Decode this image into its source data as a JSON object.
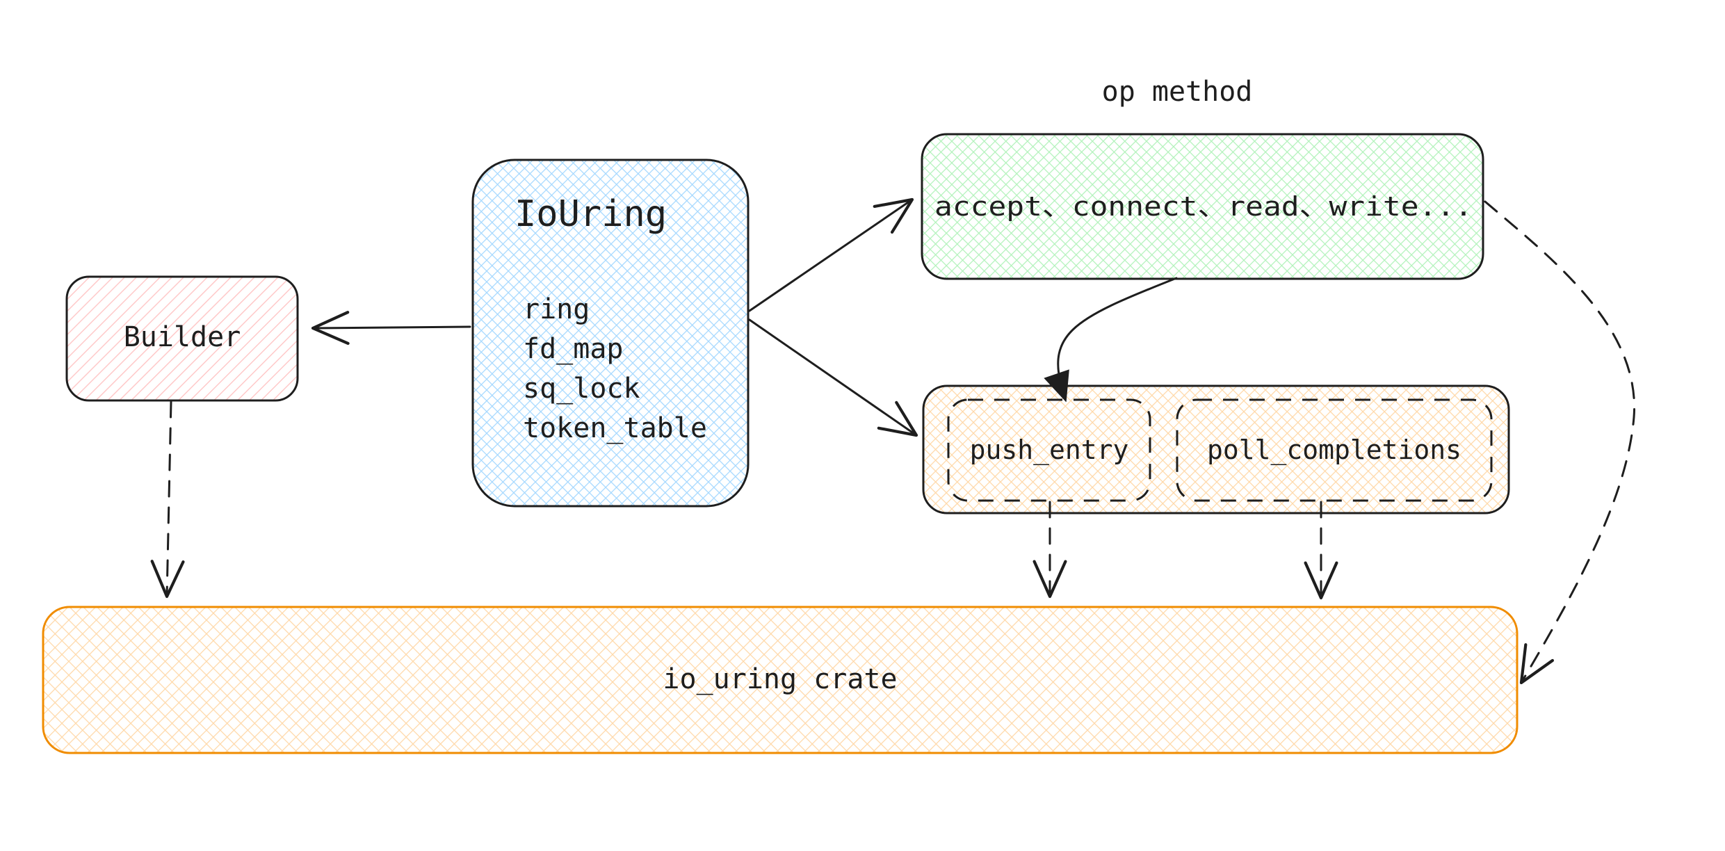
{
  "diagram": {
    "nodes": {
      "builder": {
        "label": "Builder",
        "fill": "#ffc9c9",
        "stroke": "#1e1e1e"
      },
      "iouring": {
        "title": "IoUring",
        "fields": [
          "ring",
          "fd_map",
          "sq_lock",
          "token_table"
        ],
        "fill": "#a5d8ff",
        "stroke": "#1e1e1e"
      },
      "op_methods": {
        "caption": "op method",
        "label": "accept、connect、read、write...",
        "fill": "#b2f2bb",
        "stroke": "#1e1e1e"
      },
      "internal": {
        "push_entry": "push_entry",
        "poll_completions": "poll_completions",
        "fill": "#ffd8a8",
        "stroke": "#1e1e1e"
      },
      "crate": {
        "label": "io_uring crate",
        "fill": "#ffd8a8",
        "stroke": "#f08c00"
      }
    },
    "colors": {
      "ink": "#1e1e1e",
      "background": "#ffffff"
    }
  }
}
